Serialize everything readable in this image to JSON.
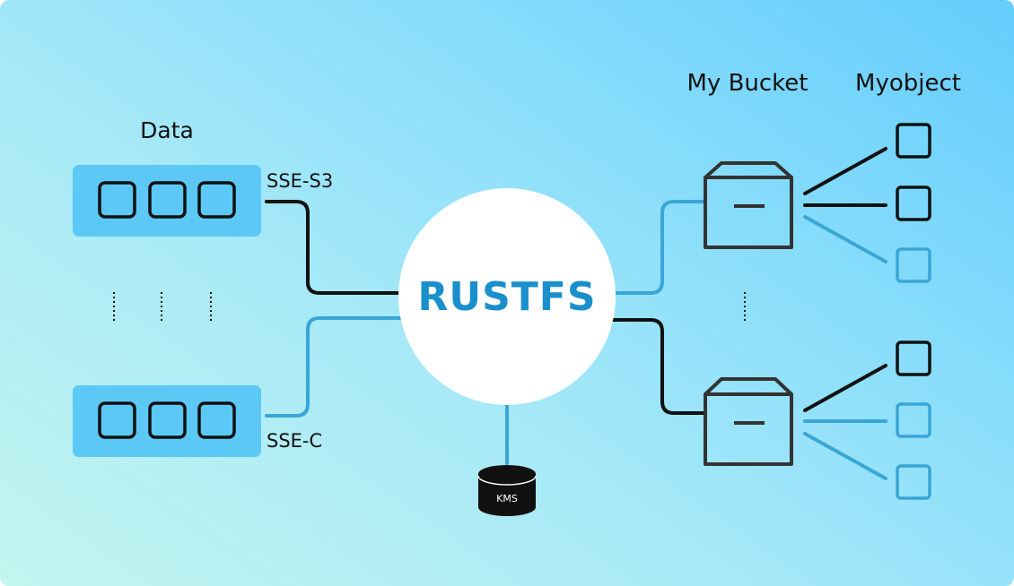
{
  "labels": {
    "data": "Data",
    "sse_s3": "SSE-S3",
    "sse_c": "SSE-C",
    "my_bucket": "My Bucket",
    "myobject": "Myobject",
    "brand": "RUSTFS",
    "kms": "KMS"
  },
  "colors": {
    "data_panel": "#5cc8f6",
    "dark_line": "#111111",
    "blue_line": "#3aa6d6",
    "bucket_stroke": "#333333",
    "brand": "#1a8fcc"
  },
  "icons": [
    "data-block-icon",
    "bucket-box-icon",
    "object-square-icon",
    "kms-database-icon"
  ]
}
